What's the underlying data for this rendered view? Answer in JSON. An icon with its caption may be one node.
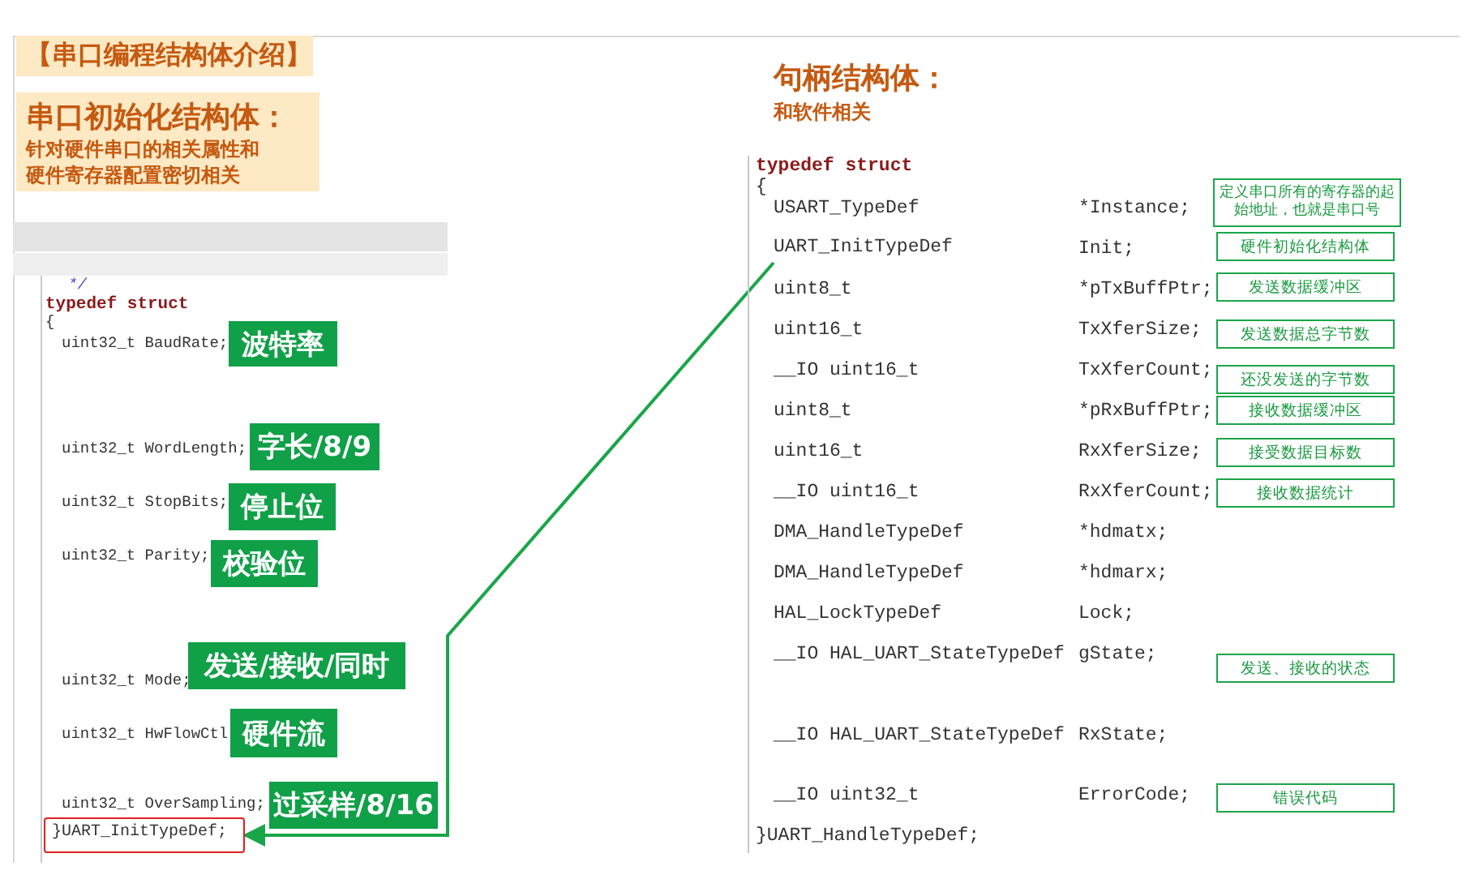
{
  "diagram": {
    "nodes": [
      {
        "text": [
          "【串口编程结构体介绍】"
        ]
      },
      {
        "text": [
          "串口初始化结构体：",
          "针对硬件串口的相关属性和硬件寄存器配置密切相关"
        ]
      },
      {
        "text": [
          "波特率"
        ]
      },
      {
        "text": [
          "字长/8/9"
        ]
      },
      {
        "text": [
          "停止位"
        ]
      },
      {
        "text": [
          "校验位"
        ]
      },
      {
        "text": [
          "发送/接收/同时"
        ]
      },
      {
        "text": [
          "硬件流"
        ]
      },
      {
        "text": [
          "过采样/8/16"
        ]
      },
      {
        "text": [
          "}UART_InitTypeDef;"
        ]
      },
      {
        "text": [
          "UART_InitTypeDef"
        ]
      },
      {
        "text": [
          "定义串口所有的寄存器的起始地址，也就是串口号"
        ]
      },
      {
        "text": [
          "硬件初始化结构体"
        ]
      },
      {
        "text": [
          "发送数据缓冲区"
        ]
      },
      {
        "text": [
          "发送数据总字节数"
        ]
      },
      {
        "text": [
          "还没发送的字节数"
        ]
      },
      {
        "text": [
          "接收数据缓冲区"
        ]
      },
      {
        "text": [
          "接受数据目标数"
        ]
      },
      {
        "text": [
          "接收数据统计"
        ]
      },
      {
        "text": [
          "发送、接收的状态"
        ]
      },
      {
        "text": [
          "错误代码"
        ]
      }
    ],
    "edges": [
      {
        "from": 10,
        "to": 9,
        "arrow": "to",
        "color": "#1aa54a"
      }
    ],
    "labels": [
      "*/",
      "typedef struct",
      "{",
      "uint32_t BaudRate;",
      "uint32_t WordLength;",
      "uint32_t StopBits;",
      "uint32_t Parity;",
      "uint32_t Mode;",
      "uint32_t HwFlowCtl",
      "uint32_t OverSampling;",
      "句柄结构体：",
      "和软件相关",
      "typedef struct",
      "{",
      "USART_TypeDef",
      "*Instance;",
      "Init;",
      "uint8_t",
      "*pTxBuffPtr;",
      "uint16_t",
      "TxXferSize;",
      "__IO uint16_t",
      "TxXferCount;",
      "uint8_t",
      "*pRxBuffPtr;",
      "uint16_t",
      "RxXferSize;",
      "__IO uint16_t",
      "RxXferCount;",
      "DMA_HandleTypeDef",
      "*hdmatx;",
      "DMA_HandleTypeDef",
      "*hdmarx;",
      "HAL_LockTypeDef",
      "Lock;",
      "__IO HAL_UART_StateTypeDef",
      "gState;",
      "__IO HAL_UART_StateTypeDef",
      "RxState;",
      "__IO uint32_t",
      "ErrorCode;",
      "}UART_HandleTypeDef;"
    ]
  }
}
